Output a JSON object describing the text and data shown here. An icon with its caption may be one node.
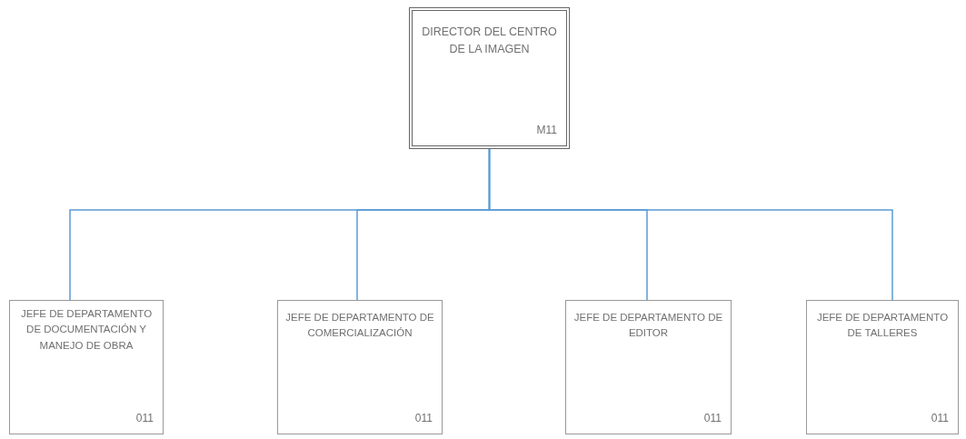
{
  "diagram": {
    "nodes": [
      {
        "text": [
          "DIRECTOR DEL CENTRO DE LA IMAGEN",
          "M11"
        ]
      },
      {
        "text": [
          "JEFE DE DEPARTAMENTO DE DOCUMENTACIÓN Y MANEJO DE OBRA",
          "011"
        ]
      },
      {
        "text": [
          "JEFE DE DEPARTAMENTO DE COMERCIALIZACIÓN",
          "011"
        ]
      },
      {
        "text": [
          "JEFE DE DEPARTAMENTO DE EDITOR",
          "011"
        ]
      },
      {
        "text": [
          "JEFE DE DEPARTAMENTO DE TALLERES",
          "011"
        ]
      }
    ],
    "edges": [
      {
        "from": 0,
        "to": 1,
        "arrow": "none"
      },
      {
        "from": 0,
        "to": 2,
        "arrow": "none"
      },
      {
        "from": 0,
        "to": 3,
        "arrow": "none"
      },
      {
        "from": 0,
        "to": 4,
        "arrow": "none"
      }
    ]
  }
}
